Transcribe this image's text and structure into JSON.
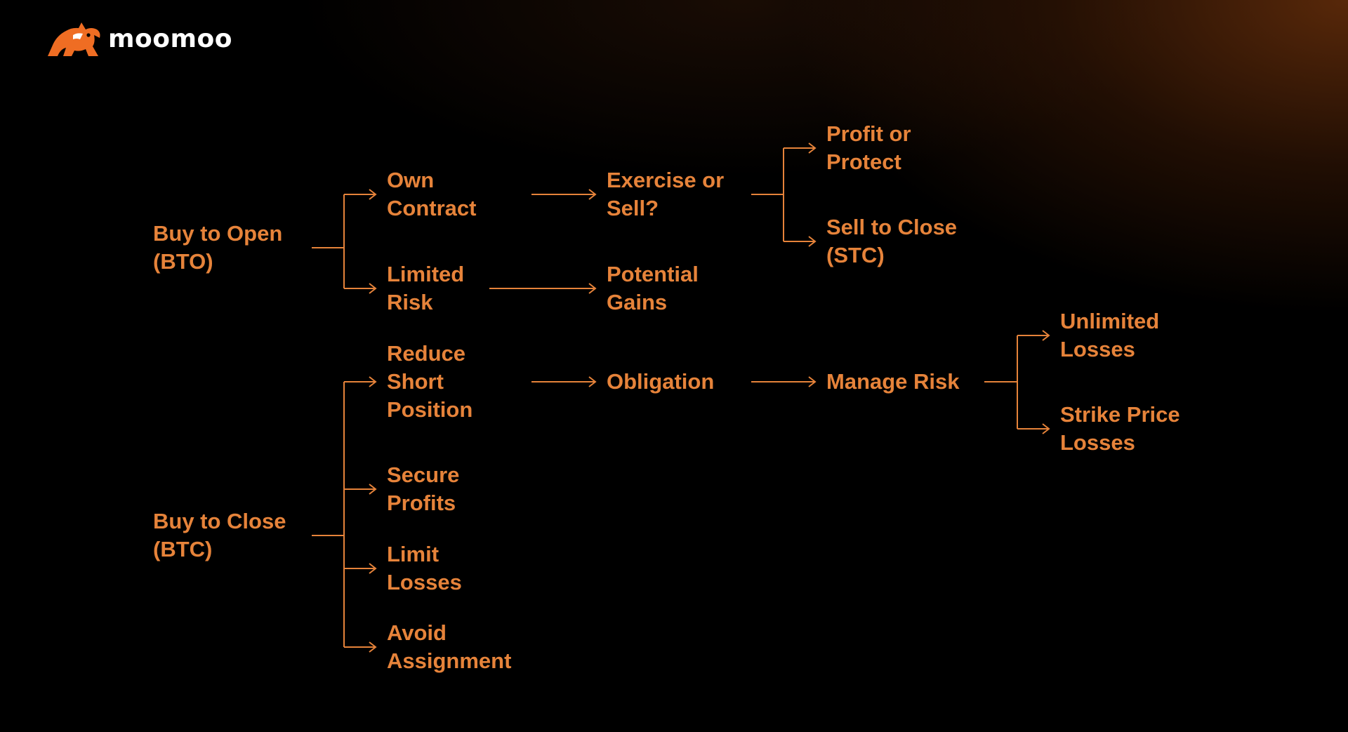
{
  "brand": {
    "name": "moomoo",
    "colors": {
      "accent": "#e6833a",
      "logo_orange": "#ef6d23",
      "background": "#000000"
    }
  },
  "diagram": {
    "nodes": {
      "bto": "Buy to Open\n(BTO)",
      "own_contract": "Own\nContract",
      "exercise_or_sell": "Exercise or\nSell?",
      "profit_or_protect": "Profit or\nProtect",
      "sell_to_close": "Sell to Close\n(STC)",
      "limited_risk": "Limited\nRisk",
      "potential_gains": "Potential\nGains",
      "btc": "Buy to Close\n(BTC)",
      "reduce_short_position": "Reduce\nShort\nPosition",
      "obligation": "Obligation",
      "manage_risk": "Manage Risk",
      "unlimited_losses": "Unlimited\nLosses",
      "strike_price_losses": "Strike Price\nLosses",
      "secure_profits": "Secure\nProfits",
      "limit_losses": "Limit\nLosses",
      "avoid_assignment": "Avoid\nAssignment"
    },
    "edges": [
      [
        "bto",
        "own_contract"
      ],
      [
        "bto",
        "limited_risk"
      ],
      [
        "own_contract",
        "exercise_or_sell"
      ],
      [
        "exercise_or_sell",
        "profit_or_protect"
      ],
      [
        "exercise_or_sell",
        "sell_to_close"
      ],
      [
        "limited_risk",
        "potential_gains"
      ],
      [
        "btc",
        "reduce_short_position"
      ],
      [
        "btc",
        "secure_profits"
      ],
      [
        "btc",
        "limit_losses"
      ],
      [
        "btc",
        "avoid_assignment"
      ],
      [
        "reduce_short_position",
        "obligation"
      ],
      [
        "obligation",
        "manage_risk"
      ],
      [
        "manage_risk",
        "unlimited_losses"
      ],
      [
        "manage_risk",
        "strike_price_losses"
      ]
    ]
  }
}
